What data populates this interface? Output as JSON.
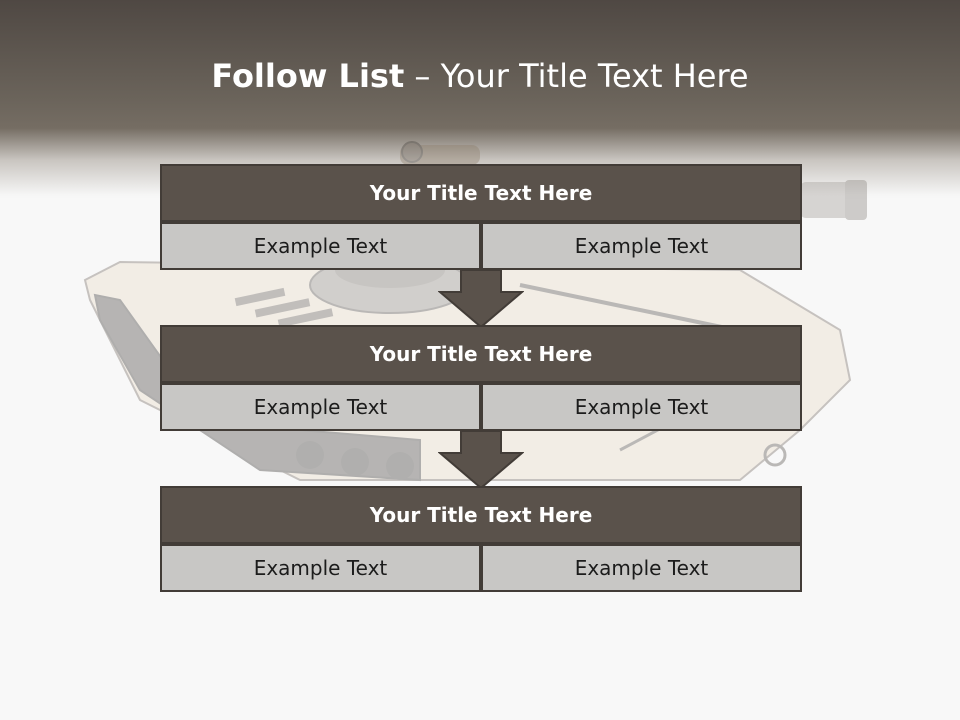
{
  "slide": {
    "title_bold": "Follow List",
    "title_rest": "– Your Title Text Here"
  },
  "steps": [
    {
      "title": "Your Title Text Here",
      "left_text": "Example Text",
      "right_text": "Example Text"
    },
    {
      "title": "Your Title Text Here",
      "left_text": "Example Text",
      "right_text": "Example Text"
    },
    {
      "title": "Your Title Text Here",
      "left_text": "Example Text",
      "right_text": "Example Text"
    }
  ],
  "colors": {
    "header_top": "#4f4843",
    "header_band": "#756d63",
    "block_title_fill": "#5a524b",
    "block_border": "#423c37",
    "cell_fill": "#c8c7c5",
    "arrow_fill": "#5a524b"
  },
  "icons": {
    "background_image": "tank-illustration",
    "connector": "down-arrow-icon"
  }
}
